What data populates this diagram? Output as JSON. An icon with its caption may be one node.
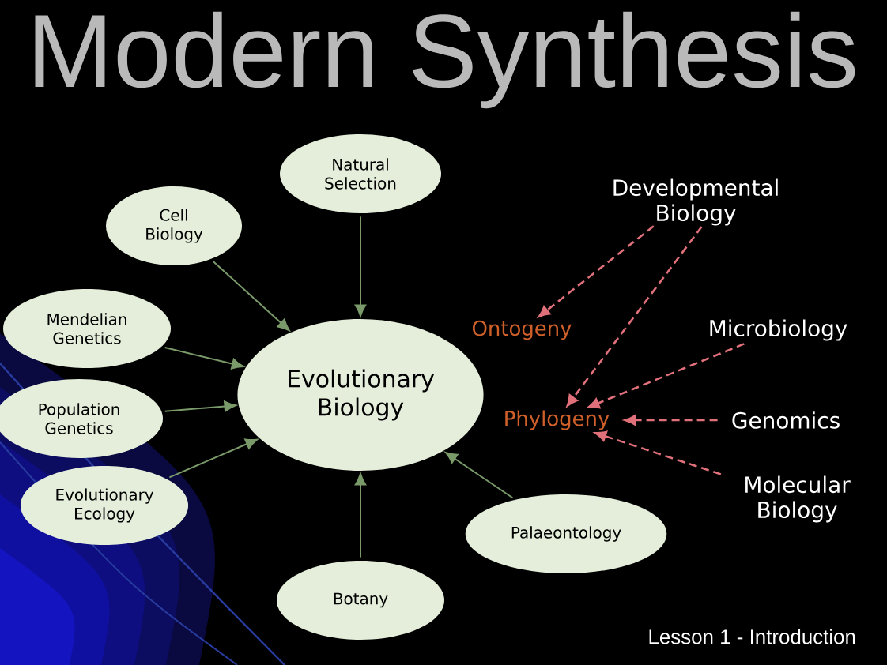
{
  "diagram": {
    "title": "Modern Synthesis",
    "nodes": [
      {
        "text": [
          "Natural Selection"
        ]
      },
      {
        "text": [
          "Cell Biology"
        ]
      },
      {
        "text": [
          "Mendelian Genetics"
        ]
      },
      {
        "text": [
          "Population Genetics"
        ]
      },
      {
        "text": [
          "Evolutionary Ecology"
        ]
      },
      {
        "text": [
          "Evolutionary Biology"
        ]
      },
      {
        "text": [
          "Botany"
        ]
      },
      {
        "text": [
          "Palaeontology"
        ]
      },
      {
        "text": [
          "Developmental Biology"
        ]
      },
      {
        "text": [
          "Ontogeny"
        ]
      },
      {
        "text": [
          "Microbiology"
        ]
      },
      {
        "text": [
          "Phylogeny"
        ]
      },
      {
        "text": [
          "Genomics"
        ]
      },
      {
        "text": [
          "Molecular Biology"
        ]
      }
    ],
    "edges": [
      {
        "from": 0,
        "to": 5,
        "arrow": "to"
      },
      {
        "from": 1,
        "to": 5,
        "arrow": "to"
      },
      {
        "from": 2,
        "to": 5,
        "arrow": "to"
      },
      {
        "from": 3,
        "to": 5,
        "arrow": "to"
      },
      {
        "from": 4,
        "to": 5,
        "arrow": "to"
      },
      {
        "from": 6,
        "to": 5,
        "arrow": "to"
      },
      {
        "from": 7,
        "to": 5,
        "arrow": "to"
      },
      {
        "from": 8,
        "to": 9,
        "arrow": "to",
        "style": "dashed",
        "color": "#e0707a"
      },
      {
        "from": 8,
        "to": 11,
        "arrow": "to",
        "style": "dashed",
        "color": "#e0707a"
      },
      {
        "from": 10,
        "to": 11,
        "arrow": "to",
        "style": "dashed",
        "color": "#e0707a"
      },
      {
        "from": 12,
        "to": 11,
        "arrow": "to",
        "style": "dashed",
        "color": "#e0707a"
      },
      {
        "from": 13,
        "to": 11,
        "arrow": "to",
        "style": "dashed",
        "color": "#e0707a"
      }
    ],
    "labels": [
      "Lesson 1 - Introduction"
    ]
  }
}
